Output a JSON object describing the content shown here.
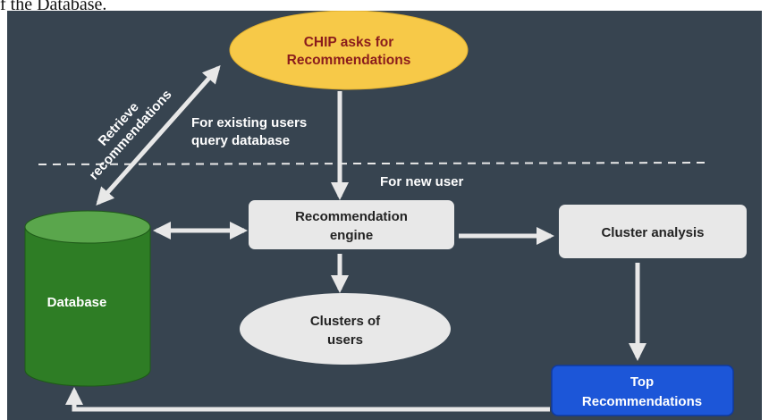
{
  "caption": "f the Database.",
  "diagram": {
    "chip": [
      "CHIP asks for",
      "Recommendations"
    ],
    "retrieve": [
      "Retrieve",
      "recommendations"
    ],
    "existing": [
      "For existing users",
      "query database"
    ],
    "new_user": "For new user",
    "database": "Database",
    "engine": [
      "Recommendation",
      "engine"
    ],
    "cluster_analysis": "Cluster analysis",
    "clusters": [
      "Clusters of",
      "users"
    ],
    "top": [
      "Top",
      "Recommendations"
    ]
  },
  "colors": {
    "background": "#374450",
    "chip_fill": "#f7c948",
    "chip_text": "#8a1c1c",
    "database_fill": "#2e7d25",
    "box_fill": "#e8e8e8",
    "top_fill": "#1c56d8"
  }
}
